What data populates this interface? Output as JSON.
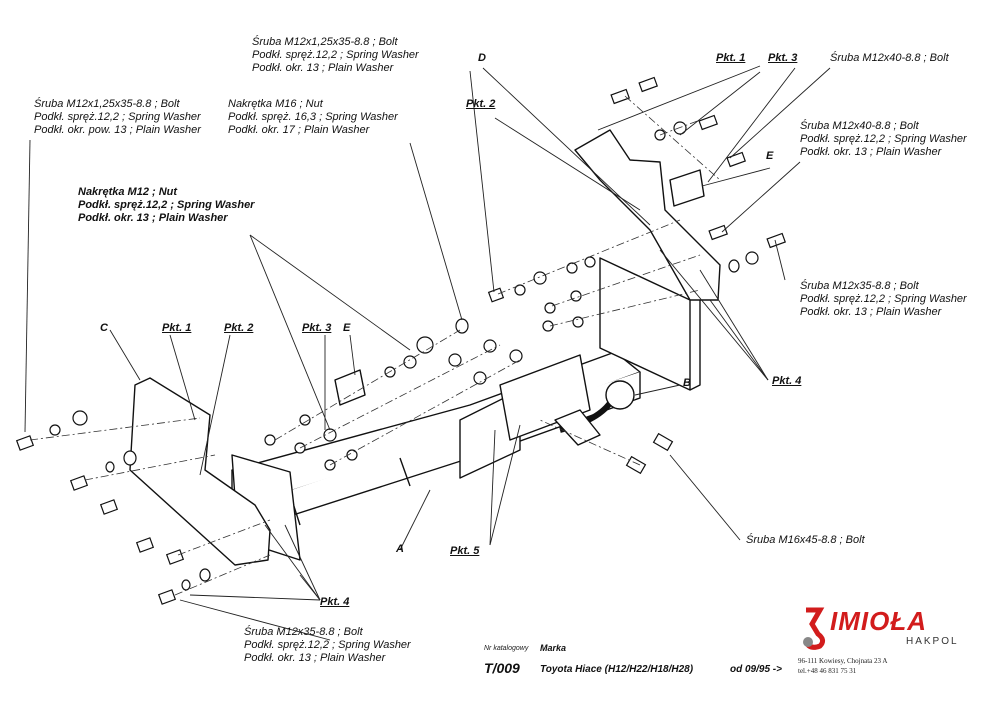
{
  "callouts": {
    "top_left": [
      "Śruba M12x1,25x35-8.8 ;  Bolt",
      "Podkł. spręż.12,2 ; Spring Washer",
      "Podkł. okr. pow. 13 ; Plain Washer"
    ],
    "top_center": [
      "Śruba M12x1,25x35-8.8 ;  Bolt",
      "Podkł. spręż.12,2 ; Spring Washer",
      "Podkł. okr. 13 ; Plain Washer"
    ],
    "nut_m16": [
      "Nakrętka  M16 ; Nut",
      "Podkł. spręż. 16,3 ; Spring Washer",
      "Podkł. okr. 17 ; Plain Washer"
    ],
    "nut_m12": [
      "Nakrętka  M12 ; Nut",
      "Podkł. spręż.12,2 ; Spring Washer",
      "Podkł. okr. 13 ; Plain Washer"
    ],
    "bolt_m12x40_top": [
      "Śruba M12x40-8.8 ;  Bolt"
    ],
    "bolt_m12x40_right": [
      "Śruba M12x40-8.8 ;  Bolt",
      "Podkł. spręż.12,2 ; Spring Washer",
      "Podkł. okr. 13 ; Plain Washer"
    ],
    "bolt_m12x35_right": [
      "Śruba M12x35-8.8 ;  Bolt",
      "Podkł. spręż.12,2 ; Spring Washer",
      "Podkł. okr. 13 ; Plain Washer"
    ],
    "bolt_m16": [
      "Śruba M16x45-8.8 ;  Bolt"
    ],
    "bolt_m12x35_bottom": [
      "Śruba M12x35-8.8 ;  Bolt",
      "Podkł. spręż.12,2 ; Spring Washer",
      "Podkł. okr. 13 ; Plain Washer"
    ]
  },
  "parts": {
    "pkt1": "Pkt. 1",
    "pkt2": "Pkt. 2",
    "pkt3": "Pkt. 3",
    "pkt4": "Pkt. 4",
    "pkt5": "Pkt. 5",
    "a": "A",
    "b": "B",
    "c": "C",
    "d": "D",
    "e": "E"
  },
  "footer": {
    "catalog_label": "Nr katalogowy",
    "catalog_value": "T/009",
    "make_label": "Marka",
    "vehicle": "Toyota Hiace (H12/H22/H18/H28)",
    "date": "od  09/95 ->"
  },
  "logo": {
    "brand": "IMIOŁA",
    "sub": "HAKPOL",
    "address1": "96-111 Kowiesy,  Chojnata 23 A",
    "address2": "tel.+48 46 831 75 31",
    "brand_color": "#d21c1c"
  }
}
